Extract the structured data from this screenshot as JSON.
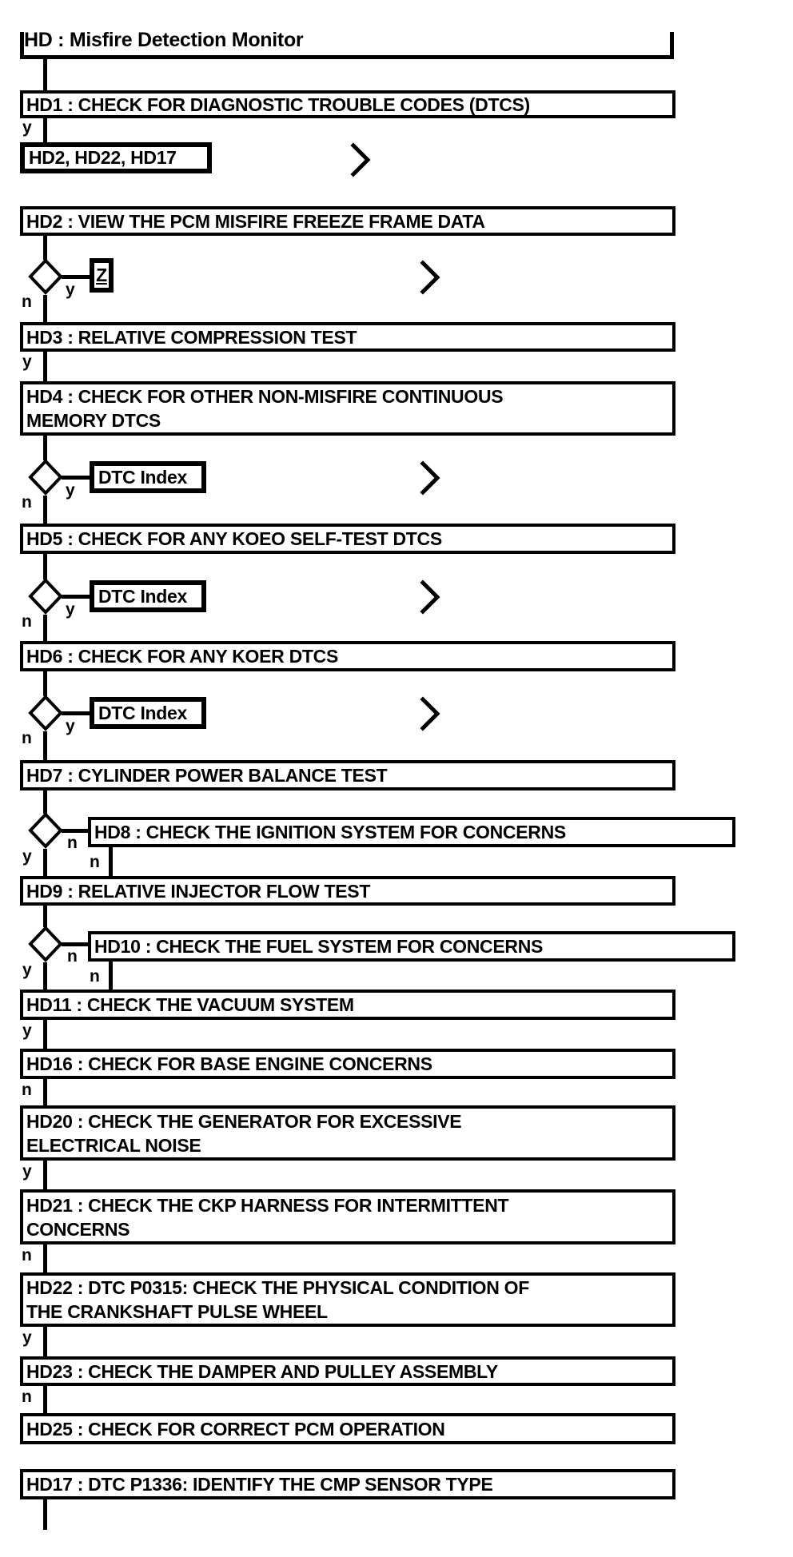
{
  "title": "HD : Misfire Detection Monitor",
  "labels": {
    "yes": "y",
    "no": "n"
  },
  "referrals": {
    "dtc_list": "HD2, HD22, HD17",
    "pinpoint_z": "Z",
    "dtc_index": "DTC Index"
  },
  "boxes": [
    {
      "id": "HD1",
      "label": "HD1 : CHECK FOR DIAGNOSTIC TROUBLE CODES (DTCS)"
    },
    {
      "id": "HD2",
      "label": "HD2 : VIEW THE PCM MISFIRE FREEZE FRAME DATA"
    },
    {
      "id": "HD3",
      "label": "HD3 : RELATIVE COMPRESSION TEST"
    },
    {
      "id": "HD4",
      "label": "HD4 : CHECK FOR OTHER NON-MISFIRE CONTINUOUS\nMEMORY DTCS"
    },
    {
      "id": "HD5",
      "label": "HD5 : CHECK FOR ANY KOEO SELF-TEST DTCS"
    },
    {
      "id": "HD6",
      "label": "HD6 : CHECK FOR ANY KOER DTCS"
    },
    {
      "id": "HD7",
      "label": "HD7 : CYLINDER POWER BALANCE TEST"
    },
    {
      "id": "HD8",
      "label": "HD8 : CHECK THE IGNITION SYSTEM FOR CONCERNS"
    },
    {
      "id": "HD9",
      "label": "HD9 : RELATIVE INJECTOR FLOW TEST"
    },
    {
      "id": "HD10",
      "label": "HD10 : CHECK THE FUEL SYSTEM FOR CONCERNS"
    },
    {
      "id": "HD11",
      "label": "HD11 : CHECK THE VACUUM SYSTEM"
    },
    {
      "id": "HD16",
      "label": "HD16 : CHECK FOR BASE ENGINE CONCERNS"
    },
    {
      "id": "HD20",
      "label": "HD20 : CHECK THE GENERATOR FOR EXCESSIVE\nELECTRICAL NOISE"
    },
    {
      "id": "HD21",
      "label": "HD21 : CHECK THE CKP HARNESS FOR INTERMITTENT\nCONCERNS"
    },
    {
      "id": "HD22",
      "label": "HD22 : DTC P0315: CHECK THE PHYSICAL CONDITION OF\nTHE CRANKSHAFT PULSE WHEEL"
    },
    {
      "id": "HD23",
      "label": "HD23 : CHECK THE DAMPER AND PULLEY ASSEMBLY"
    },
    {
      "id": "HD25",
      "label": "HD25 : CHECK FOR CORRECT PCM OPERATION"
    },
    {
      "id": "HD17",
      "label": "HD17 : DTC P1336: IDENTIFY THE CMP SENSOR TYPE"
    }
  ]
}
